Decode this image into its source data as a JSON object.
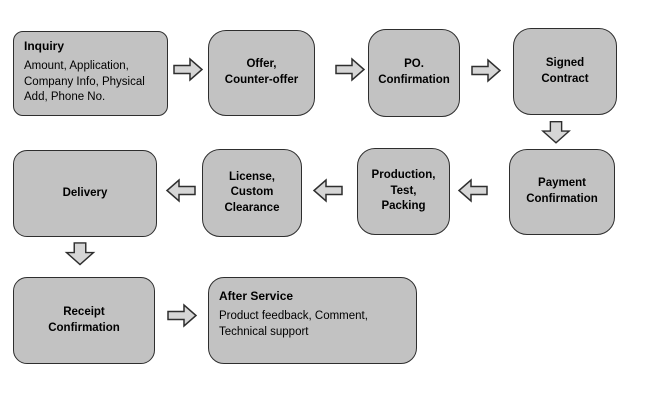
{
  "diagram_type": "flowchart",
  "colors": {
    "background": "#ffffff",
    "node_fill": "#c2c2c2",
    "arrow_fill": "#d6d6d6",
    "outline": "#2e2e2e",
    "text": "#000000"
  },
  "nodes": {
    "inquiry": {
      "title": "Inquiry",
      "body": "Amount, Application,\nCompany Info, Physical\nAdd, Phone No."
    },
    "offer": {
      "label": "Offer,\nCounter-offer"
    },
    "po": {
      "label": "PO.\nConfirmation"
    },
    "signed": {
      "label": "Signed\nContract"
    },
    "payment": {
      "label": "Payment\nConfirmation"
    },
    "production": {
      "label": "Production,\nTest,\nPacking"
    },
    "license": {
      "label": "License,\nCustom\nClearance"
    },
    "delivery": {
      "label": "Delivery"
    },
    "receipt": {
      "label": "Receipt\nConfirmation"
    },
    "after_service": {
      "title": "After Service",
      "body": "Product feedback, Comment,\nTechnical support"
    }
  },
  "connectors": [
    {
      "from": "inquiry",
      "to": "offer",
      "direction": "right"
    },
    {
      "from": "offer",
      "to": "po",
      "direction": "right"
    },
    {
      "from": "po",
      "to": "signed",
      "direction": "right"
    },
    {
      "from": "signed",
      "to": "payment",
      "direction": "down"
    },
    {
      "from": "payment",
      "to": "production",
      "direction": "left"
    },
    {
      "from": "production",
      "to": "license",
      "direction": "left"
    },
    {
      "from": "license",
      "to": "delivery",
      "direction": "left"
    },
    {
      "from": "delivery",
      "to": "receipt",
      "direction": "down"
    },
    {
      "from": "receipt",
      "to": "after_service",
      "direction": "right"
    }
  ]
}
